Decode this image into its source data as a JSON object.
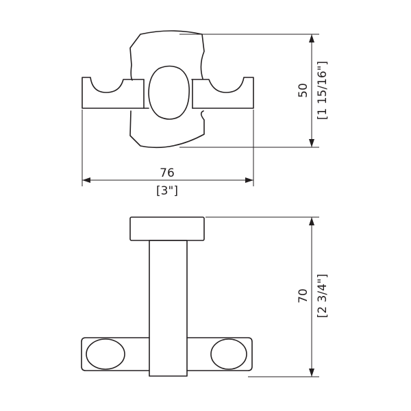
{
  "front_view": {
    "width_dimension": {
      "metric": "76",
      "imperial": "[3\"]"
    },
    "height_dimension": {
      "metric": "50",
      "imperial": "[1 15/16\"]"
    }
  },
  "side_view": {
    "height_dimension": {
      "metric": "70",
      "imperial": "[2 3/4\"]"
    }
  },
  "colors": {
    "line": "#231f20",
    "background": "#ffffff"
  }
}
